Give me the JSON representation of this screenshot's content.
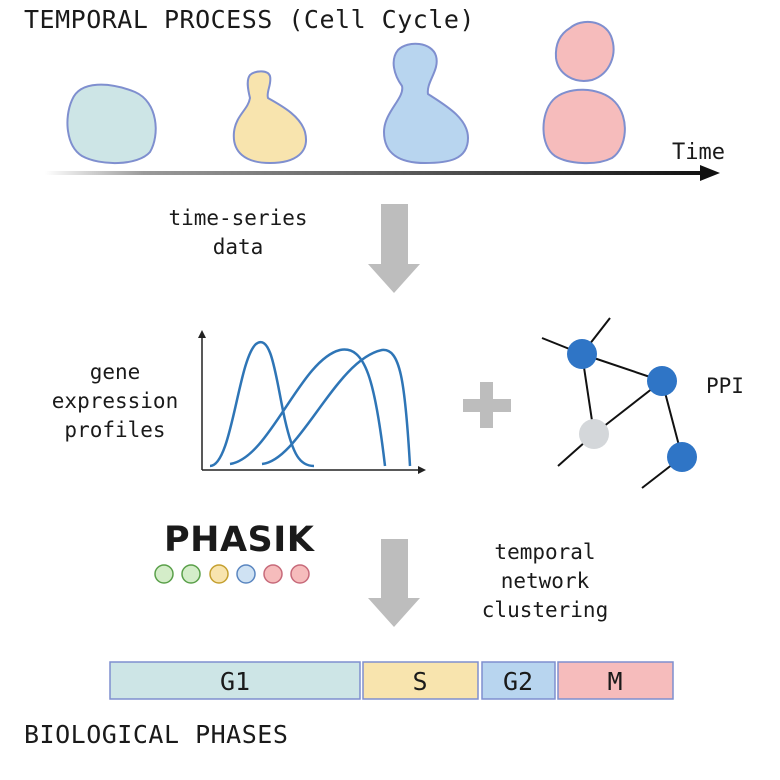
{
  "diagram": {
    "title_top": "TEMPORAL PROCESS (Cell Cycle)",
    "time_label": "Time",
    "step1_label_line1": "time-series",
    "step1_label_line2": "data",
    "expr_label_line1": "gene",
    "expr_label_line2": "expression",
    "expr_label_line3": "profiles",
    "ppi_label": "PPI",
    "method_name": "PHASIK",
    "step2_label_line1": "temporal",
    "step2_label_line2": "network",
    "step2_label_line3": "clustering",
    "phases": [
      "G1",
      "S",
      "G2",
      "M"
    ],
    "title_bottom": "BIOLOGICAL PHASES"
  },
  "colors": {
    "g1": "#cde5e6",
    "s": "#f8e4ae",
    "g2": "#b8d5ef",
    "m": "#f6bcbc",
    "cell_outline": "#7f8fcf",
    "curve": "#2e75b6",
    "node_blue": "#2f75c6",
    "node_gray": "#d4d7da",
    "arrow_gray": "#bdbdbd",
    "dot_green": "#d4edc9",
    "dot_yellow": "#f8e4ae",
    "dot_blue": "#cfe2f3",
    "dot_pink": "#f6bcbc"
  }
}
